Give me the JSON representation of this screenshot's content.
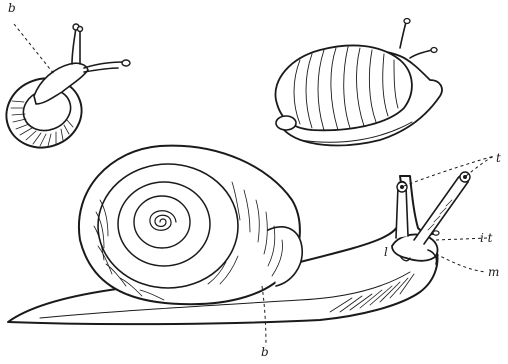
{
  "labels": {
    "b_top": "b",
    "t": "t",
    "it": "i t",
    "l": "l",
    "m": "m",
    "b_bottom": "b"
  },
  "colors": {
    "ink": "#1a1a1a",
    "paper": "#ffffff"
  }
}
